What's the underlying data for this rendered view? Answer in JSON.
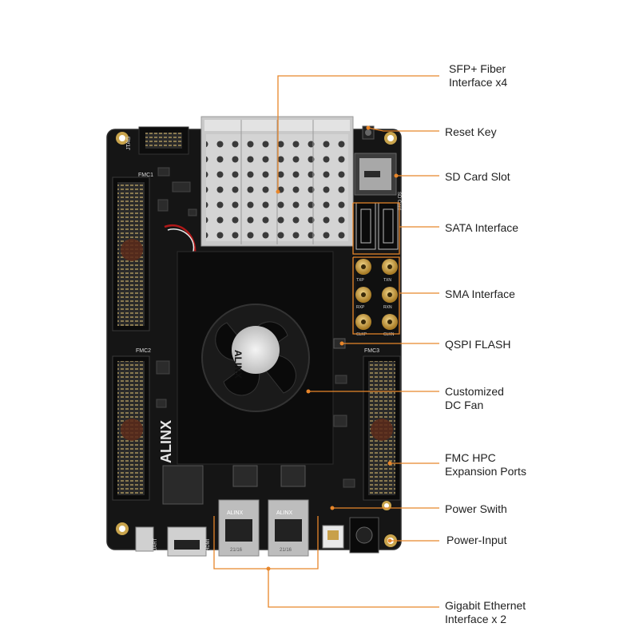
{
  "callouts": {
    "sfp": {
      "line1": "SFP+ Fiber",
      "line2": "Interface x4"
    },
    "reset_key": "Reset Key",
    "sd_card": "SD Card Slot",
    "sata": "SATA Interface",
    "sma": "SMA Interface",
    "qspi": "QSPI FLASH",
    "fan": {
      "line1": "Customized",
      "line2": "DC Fan"
    },
    "fmc": {
      "line1": "FMC HPC",
      "line2": "Expansion Ports"
    },
    "power_switch": "Power Swith",
    "power_input": "Power-Input",
    "ethernet": {
      "line1": "Gigabit Ethernet",
      "line2": "Interface x 2"
    }
  },
  "board_silkscreen": {
    "brand": "ALINX",
    "fan_logo": "ALINX",
    "fmc1": "FMC1",
    "fmc2": "FMC2",
    "fmc3": "FMC3",
    "jtag": "JTAG",
    "uart": "UART",
    "hdmi": "HDMI",
    "sd_card": "SD Card",
    "sma_tags": [
      "TXP",
      "TXN",
      "RXP",
      "RXN",
      "CLKP",
      "CLKN"
    ],
    "eth_jack_marks": [
      "ALINX",
      "ALINX"
    ],
    "eth_jack_code": [
      "21/16",
      "21/16"
    ]
  },
  "colors": {
    "leader_line": "#e8862a",
    "board": "#141414",
    "pcb_edge": "#1c1c1c",
    "metal": "#cfcfcf",
    "gold": "#c8a04a",
    "text": "#1f1f1f"
  }
}
